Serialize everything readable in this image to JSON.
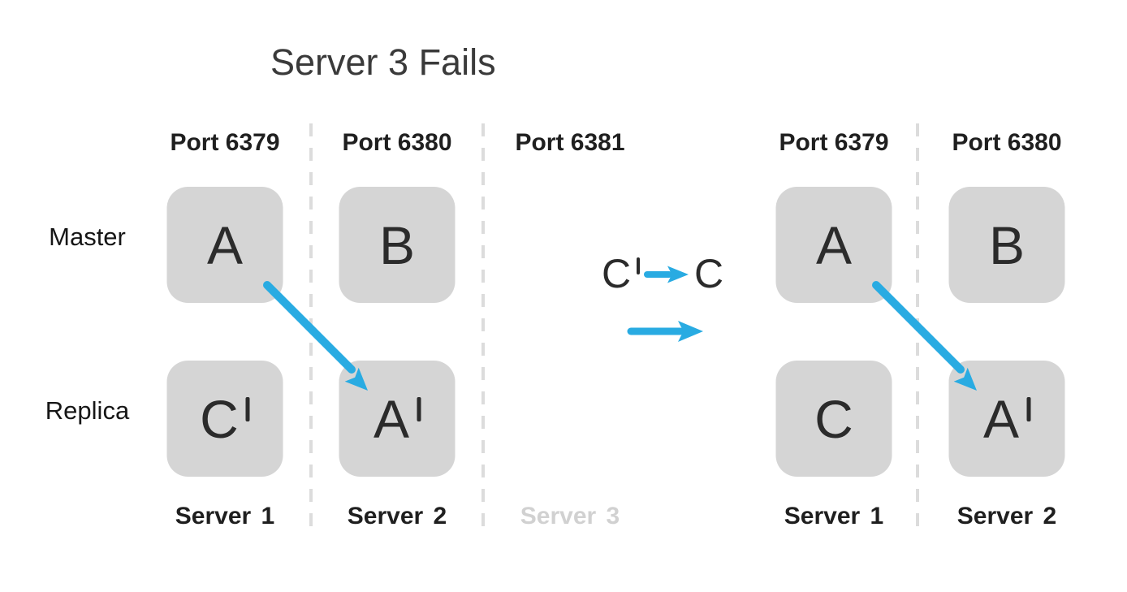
{
  "title": "Server 3 Fails",
  "row_labels": {
    "master": "Master",
    "replica": "Replica"
  },
  "left_cluster": {
    "columns": [
      {
        "port": "Port 6379",
        "server": "Server 1",
        "master": {
          "letter": "A",
          "prime": false
        },
        "replica": {
          "letter": "C",
          "prime": true
        }
      },
      {
        "port": "Port 6380",
        "server": "Server 2",
        "master": {
          "letter": "B",
          "prime": false
        },
        "replica": {
          "letter": "A",
          "prime": true
        }
      },
      {
        "port": "Port 6381",
        "server": "Server 3",
        "failed": true
      }
    ]
  },
  "right_cluster": {
    "columns": [
      {
        "port": "Port 6379",
        "server": "Server 1",
        "master": {
          "letter": "A",
          "prime": false
        },
        "replica": {
          "letter": "C",
          "prime": false
        }
      },
      {
        "port": "Port 6380",
        "server": "Server 2",
        "master": {
          "letter": "B",
          "prime": false
        },
        "replica": {
          "letter": "A",
          "prime": true
        }
      }
    ]
  },
  "transition": {
    "from_letter": "C",
    "from_prime": true,
    "to_letter": "C"
  },
  "colors": {
    "accent_blue": "#29abe2",
    "box_gray": "#d5d5d5",
    "divider_gray": "#dcdcdc",
    "muted_text": "#d1d1d1",
    "text_dark": "#2b2b2b"
  }
}
